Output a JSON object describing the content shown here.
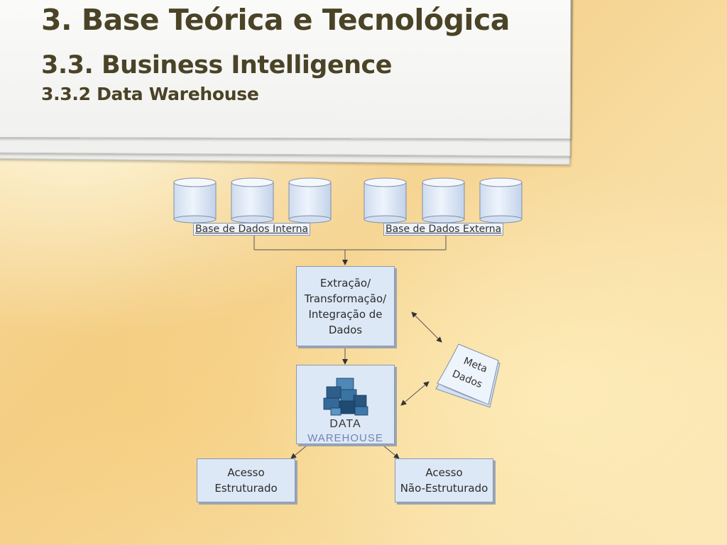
{
  "title": {
    "main": "3. Base Teórica e Tecnológica",
    "section": "3.3. Business Intelligence",
    "subsection": "3.3.2 Data Warehouse"
  },
  "diagram": {
    "internal_db_label": "Base de Dados Interna",
    "external_db_label": "Base de Dados Externa",
    "etl_lines": [
      "Extração/",
      "Transformação/",
      "Integração de",
      "Dados"
    ],
    "dw_line1": "DATA",
    "dw_line2": "WAREHOUSE",
    "meta_line1": "Meta",
    "meta_line2": "Dados",
    "access_structured_line1": "Acesso",
    "access_structured_line2": "Estruturado",
    "access_unstructured_line1": "Acesso",
    "access_unstructured_line2": "Não-Estruturado"
  },
  "colors": {
    "title_text": "#4a4326",
    "box_fill": "#dde8f6",
    "box_border": "#8a99b3",
    "cube_blue": "#2e5f8a"
  }
}
